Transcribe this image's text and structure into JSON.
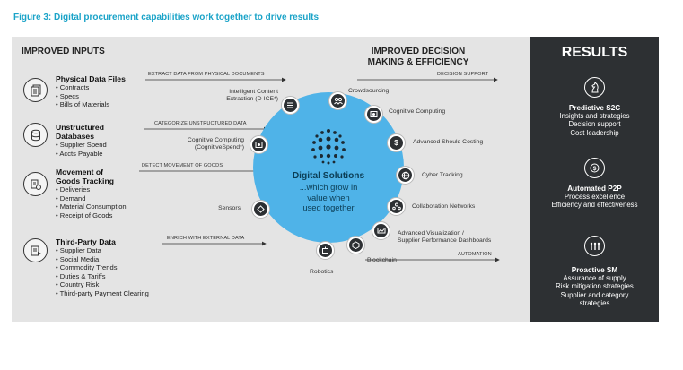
{
  "figure_title": "Figure 3: Digital procurement capabilities work together to drive results",
  "inputs_header": "IMPROVED INPUTS",
  "decision_header": {
    "line1": "IMPROVED DECISION",
    "line2": "MAKING & EFFICIENCY"
  },
  "results_header": "RESULTS",
  "arrows": {
    "extract": "EXTRACT DATA FROM PHYSICAL DOCUMENTS",
    "categorize": "CATEGORIZE UNSTRUCTURED DATA",
    "detect": "DETECT MOVEMENT OF GOODS",
    "enrich": "ENRICH WITH EXTERNAL DATA",
    "decision_support": "DECISION SUPPORT",
    "automation": "AUTOMATION"
  },
  "input_groups": [
    {
      "title": "Physical Data Files",
      "items": [
        "Contracts",
        "Specs",
        "Bills of Materials"
      ],
      "icon": "documents-icon"
    },
    {
      "title_line1": "Unstructured",
      "title_line2": "Databases",
      "items": [
        "Supplier Spend",
        "Accts Payable"
      ],
      "icon": "database-icon"
    },
    {
      "title_line1": "Movement of",
      "title_line2": "Goods Tracking",
      "items": [
        "Deliveries",
        "Demand",
        "Material Consumption",
        "Receipt of Goods"
      ],
      "icon": "tracking-icon"
    },
    {
      "title": "Third-Party Data",
      "items": [
        "Supplier Data",
        "Social Media",
        "Commodity Trends",
        "Duties & Tariffs",
        "Country Risk",
        "Third-party Payment Clearing"
      ],
      "icon": "third-party-data-icon"
    }
  ],
  "tools": {
    "intelligent_content": {
      "line1": "Intelligent Content",
      "line2": "Extraction (D-ICE*)"
    },
    "cognitive_left": {
      "line1": "Cognitive Computing",
      "line2": "(CognitiveSpend*)"
    },
    "sensors": "Sensors",
    "robotics": "Robotics",
    "blockchain": "Blockchain",
    "crowdsourcing": "Crowdsourcing",
    "cognitive_right": "Cognitive Computing",
    "should_costing": "Advanced Should Costing",
    "cyber_tracking": "Cyber Tracking",
    "collaboration": "Collaboration Networks",
    "advanced_viz": {
      "line1": "Advanced Visualization /",
      "line2": "Supplier Performance Dashboards"
    }
  },
  "digital_solutions": {
    "title": "Digital Solutions",
    "line1": "...which grow in",
    "line2": "value when",
    "line3": "used together"
  },
  "results": [
    {
      "title": "Predictive S2C",
      "lines": [
        "Insights and strategies",
        "Decision support",
        "Cost leadership"
      ],
      "icon": "chess-knight-icon"
    },
    {
      "title": "Automated P2P",
      "lines": [
        "Process excellence",
        "Efficiency and effectiveness"
      ],
      "icon": "coin-icon"
    },
    {
      "title": "Proactive SM",
      "lines": [
        "Assurance of supply",
        "Risk mitigation strategies",
        "Supplier and category",
        "strategies"
      ],
      "icon": "people-group-icon"
    }
  ],
  "colors": {
    "accent": "#1aa3c8",
    "circle": "#4fb3e8",
    "dark": "#2d3033",
    "panel": "#e4e4e4"
  }
}
